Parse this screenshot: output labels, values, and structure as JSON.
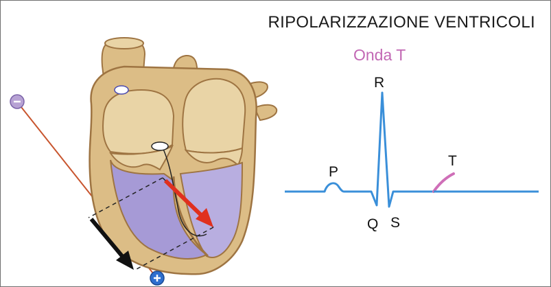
{
  "title": "RIPOLARIZZAZIONE VENTRICOLI",
  "subtitle": "Onda T",
  "ecg_labels": {
    "p": "P",
    "q": "Q",
    "r": "R",
    "s": "S",
    "t": "T"
  },
  "electrodes": {
    "negative": "−",
    "positive": "+"
  },
  "colors": {
    "subtitle": "#c268b4",
    "t_wave": "#cf6fb8",
    "ecg_line": "#3a8fd9",
    "heart_wall": "#dcbd86",
    "heart_wall_shade": "#c79d5f",
    "chamber": "#e9d4a6",
    "ventricle_repolarized": "#a69ad6",
    "vector_arrow": "#e0301e",
    "projection_arrow": "#111111",
    "lead_line": "#c8552e",
    "electrode_negative": "#b7a2d4",
    "electrode_positive": "#2e6fcf"
  },
  "icons": {
    "negative_electrode": "minus-circle-icon",
    "positive_electrode": "plus-circle-icon"
  }
}
